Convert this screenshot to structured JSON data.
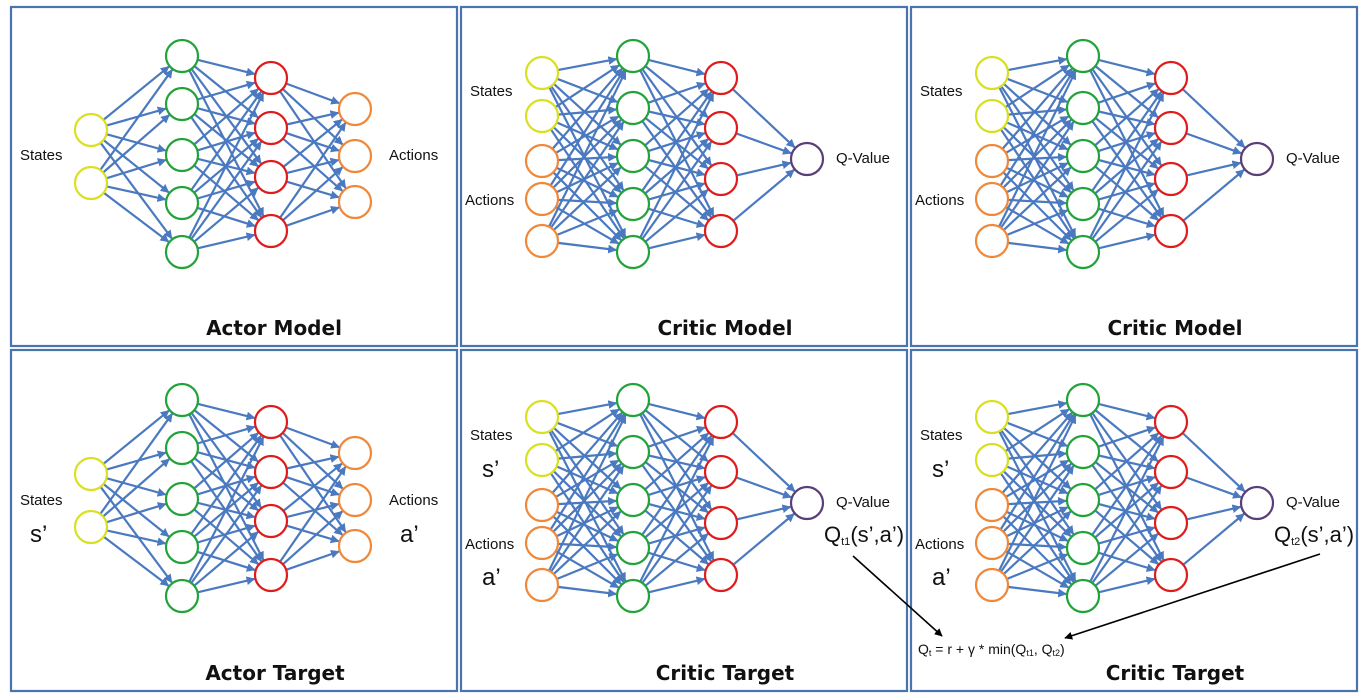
{
  "colors": {
    "frame": "#4a74ad",
    "edge": "#4a79c0",
    "state_node": "#d9e021",
    "action_node": "#f0883a",
    "hidden1_node": "#22a33a",
    "hidden2_node": "#e01b1b",
    "q_node": "#5a3e78",
    "pointer_arrow": "#000000"
  },
  "panels": [
    {
      "id": "actor-model",
      "kind": "actor",
      "title": "Actor Model",
      "input_label": "States",
      "output_label": "Actions"
    },
    {
      "id": "critic-model-1",
      "kind": "critic",
      "title": "Critic Model",
      "states_label": "States",
      "actions_label": "Actions",
      "output_label": "Q-Value"
    },
    {
      "id": "critic-model-2",
      "kind": "critic",
      "title": "Critic Model",
      "states_label": "States",
      "actions_label": "Actions",
      "output_label": "Q-Value"
    },
    {
      "id": "actor-target",
      "kind": "actor",
      "title": "Actor Target",
      "input_label": "States",
      "output_label": "Actions",
      "input_var": "s’",
      "output_var": "a’"
    },
    {
      "id": "critic-target-1",
      "kind": "critic",
      "title": "Critic Target",
      "states_label": "States",
      "actions_label": "Actions",
      "output_label": "Q-Value",
      "states_var": "s’",
      "actions_var": "a’",
      "q_symbol": "Q",
      "q_sub": "t1",
      "q_args": "(s’,a’)"
    },
    {
      "id": "critic-target-2",
      "kind": "critic",
      "title": "Critic Target",
      "states_label": "States",
      "actions_label": "Actions",
      "output_label": "Q-Value",
      "states_var": "s’",
      "actions_var": "a’",
      "q_symbol": "Q",
      "q_sub": "t2",
      "q_args": "(s’,a’)"
    }
  ],
  "equation": {
    "lhs": "Q",
    "lhs_sub": "t",
    "middle": " = r + γ * min(Q",
    "sub1": "t1",
    "sep": ", Q",
    "sub2": "t2",
    "end": ")"
  }
}
